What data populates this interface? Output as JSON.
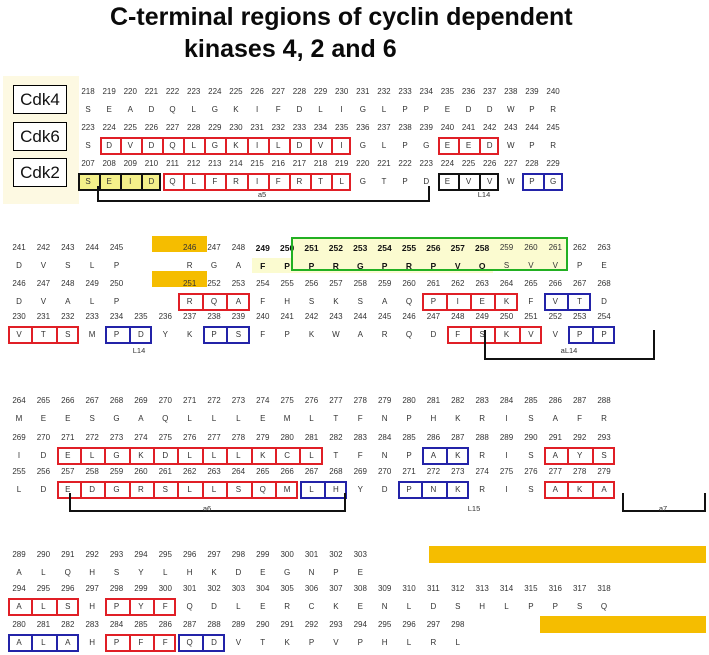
{
  "title": {
    "line1": "C-terminal regions of cyclin dependent",
    "line2": "kinases 4, 2 and 6"
  },
  "row_labels": [
    "Cdk4",
    "Cdk6",
    "Cdk2"
  ],
  "colors": {
    "red_box": "#e01f26",
    "blue_box": "#2323a8",
    "green_box": "#22b022",
    "black_box": "#111111",
    "yellow_highlight": "#f4f08a",
    "orange_bar": "#f5bd00",
    "green_fill": "#fbfbd0",
    "label_panel": "#fdf9e2"
  },
  "blocks": [
    {
      "rows": [
        {
          "nums": [
            "218",
            "219",
            "220",
            "221",
            "222",
            "223",
            "224",
            "225",
            "226",
            "227",
            "228",
            "229",
            "230",
            "231",
            "232",
            "233",
            "234",
            "235",
            "236",
            "237",
            "238",
            "239",
            "240"
          ],
          "aas": [
            "S",
            "E",
            "A",
            "D",
            "Q",
            "L",
            "G",
            "K",
            "I",
            "F",
            "D",
            "L",
            "I",
            "G",
            "L",
            "P",
            "P",
            "E",
            "D",
            "D",
            "W",
            "P",
            "R"
          ]
        },
        {
          "nums": [
            "223",
            "224",
            "225",
            "226",
            "227",
            "228",
            "229",
            "230",
            "231",
            "232",
            "233",
            "234",
            "235",
            "236",
            "237",
            "238",
            "239",
            "240",
            "241",
            "242",
            "243",
            "244",
            "245"
          ],
          "aas": [
            "S",
            "D",
            "V",
            "D",
            "Q",
            "L",
            "G",
            "K",
            "I",
            "L",
            "D",
            "V",
            "I",
            "G",
            "L",
            "P",
            "G",
            "E",
            "E",
            "D",
            "W",
            "P",
            "R"
          ]
        },
        {
          "nums": [
            "207",
            "208",
            "209",
            "210",
            "211",
            "212",
            "213",
            "214",
            "215",
            "216",
            "217",
            "218",
            "219",
            "220",
            "221",
            "222",
            "223",
            "224",
            "225",
            "226",
            "227",
            "228",
            "229"
          ],
          "aas": [
            "S",
            "E",
            "I",
            "D",
            "Q",
            "L",
            "F",
            "R",
            "I",
            "F",
            "R",
            "T",
            "L",
            "G",
            "T",
            "P",
            "D",
            "E",
            "V",
            "V",
            "W",
            "P",
            "G"
          ]
        }
      ],
      "brackets": [
        {
          "label": "a5"
        }
      ],
      "labels_below": [
        "L14"
      ]
    },
    {
      "rows": [
        {
          "nums": [
            "241",
            "242",
            "243",
            "244",
            "245",
            "",
            "",
            "246",
            "247",
            "248",
            "249",
            "250",
            "251",
            "252",
            "253",
            "254",
            "255",
            "256",
            "257",
            "258",
            "259",
            "260",
            "261",
            "262",
            "263"
          ],
          "aas": [
            "D",
            "V",
            "S",
            "L",
            "P",
            "",
            "",
            "R",
            "G",
            "A",
            "F",
            "P",
            "P",
            "R",
            "G",
            "P",
            "R",
            "P",
            "V",
            "Q",
            "S",
            "V",
            "V",
            "P",
            "E"
          ]
        },
        {
          "nums": [
            "246",
            "247",
            "248",
            "249",
            "250",
            "",
            "",
            "251",
            "252",
            "253",
            "254",
            "255",
            "256",
            "257",
            "258",
            "259",
            "260",
            "261",
            "262",
            "263",
            "264",
            "265",
            "266",
            "267",
            "268"
          ],
          "aas": [
            "D",
            "V",
            "A",
            "L",
            "P",
            "",
            "",
            "R",
            "Q",
            "A",
            "F",
            "H",
            "S",
            "K",
            "S",
            "A",
            "Q",
            "P",
            "I",
            "E",
            "K",
            "F",
            "V",
            "T",
            "D"
          ]
        },
        {
          "nums": [
            "230",
            "231",
            "232",
            "233",
            "234",
            "235",
            "236",
            "237",
            "238",
            "239",
            "240",
            "241",
            "242",
            "243",
            "244",
            "245",
            "246",
            "247",
            "248",
            "249",
            "250",
            "251",
            "252",
            "253",
            "254"
          ],
          "aas": [
            "V",
            "T",
            "S",
            "M",
            "P",
            "D",
            "Y",
            "K",
            "P",
            "S",
            "F",
            "P",
            "K",
            "W",
            "A",
            "R",
            "Q",
            "D",
            "F",
            "S",
            "K",
            "V",
            "V",
            "P",
            "P"
          ]
        }
      ],
      "labels_below": [
        "L14",
        "aL14"
      ]
    },
    {
      "rows": [
        {
          "nums": [
            "264",
            "265",
            "266",
            "267",
            "268",
            "269",
            "270",
            "271",
            "272",
            "273",
            "274",
            "275",
            "276",
            "277",
            "278",
            "279",
            "280",
            "281",
            "282",
            "283",
            "284",
            "285",
            "286",
            "287",
            "288"
          ],
          "aas": [
            "M",
            "E",
            "E",
            "S",
            "G",
            "A",
            "Q",
            "L",
            "L",
            "L",
            "E",
            "M",
            "L",
            "T",
            "F",
            "N",
            "P",
            "H",
            "K",
            "R",
            "I",
            "S",
            "A",
            "F",
            "R"
          ]
        },
        {
          "nums": [
            "269",
            "270",
            "271",
            "272",
            "273",
            "274",
            "275",
            "276",
            "277",
            "278",
            "279",
            "280",
            "281",
            "282",
            "283",
            "284",
            "285",
            "286",
            "287",
            "288",
            "289",
            "290",
            "291",
            "292",
            "293"
          ],
          "aas": [
            "I",
            "D",
            "E",
            "L",
            "G",
            "K",
            "D",
            "L",
            "L",
            "L",
            "K",
            "C",
            "L",
            "T",
            "F",
            "N",
            "P",
            "A",
            "K",
            "R",
            "I",
            "S",
            "A",
            "Y",
            "S"
          ]
        },
        {
          "nums": [
            "255",
            "256",
            "257",
            "258",
            "259",
            "260",
            "261",
            "262",
            "263",
            "264",
            "265",
            "266",
            "267",
            "268",
            "269",
            "270",
            "271",
            "272",
            "273",
            "274",
            "275",
            "276",
            "277",
            "278",
            "279"
          ],
          "aas": [
            "L",
            "D",
            "E",
            "D",
            "G",
            "R",
            "S",
            "L",
            "L",
            "S",
            "Q",
            "M",
            "L",
            "H",
            "Y",
            "D",
            "P",
            "N",
            "K",
            "R",
            "I",
            "S",
            "A",
            "K",
            "A"
          ]
        }
      ],
      "labels_below": [
        "a6",
        "L15",
        "a7"
      ]
    },
    {
      "rows": [
        {
          "nums": [
            "289",
            "290",
            "291",
            "292",
            "293",
            "294",
            "295",
            "296",
            "297",
            "298",
            "299",
            "300",
            "301",
            "302",
            "303",
            "",
            "",
            "",
            "",
            "",
            "",
            "",
            "",
            "",
            ""
          ],
          "aas": [
            "A",
            "L",
            "Q",
            "H",
            "S",
            "Y",
            "L",
            "H",
            "K",
            "D",
            "E",
            "G",
            "N",
            "P",
            "E",
            "",
            "",
            "",
            "",
            "",
            "",
            "",
            "",
            "",
            ""
          ]
        },
        {
          "nums": [
            "294",
            "295",
            "296",
            "297",
            "298",
            "299",
            "300",
            "301",
            "302",
            "303",
            "304",
            "305",
            "306",
            "307",
            "308",
            "309",
            "310",
            "311",
            "312",
            "313",
            "314",
            "315",
            "316",
            "317",
            "318"
          ],
          "aas": [
            "A",
            "L",
            "S",
            "H",
            "P",
            "Y",
            "F",
            "Q",
            "D",
            "L",
            "E",
            "R",
            "C",
            "K",
            "E",
            "N",
            "L",
            "D",
            "S",
            "H",
            "L",
            "P",
            "P",
            "S",
            "Q"
          ]
        },
        {
          "nums": [
            "280",
            "281",
            "282",
            "283",
            "284",
            "285",
            "286",
            "287",
            "288",
            "289",
            "290",
            "291",
            "292",
            "293",
            "294",
            "295",
            "296",
            "297",
            "298",
            "",
            "",
            "",
            "",
            "",
            ""
          ],
          "aas": [
            "A",
            "L",
            "A",
            "H",
            "P",
            "F",
            "F",
            "Q",
            "D",
            "V",
            "T",
            "K",
            "P",
            "V",
            "P",
            "H",
            "L",
            "R",
            "L",
            "",
            "",
            "",
            "",
            "",
            ""
          ]
        }
      ]
    }
  ]
}
